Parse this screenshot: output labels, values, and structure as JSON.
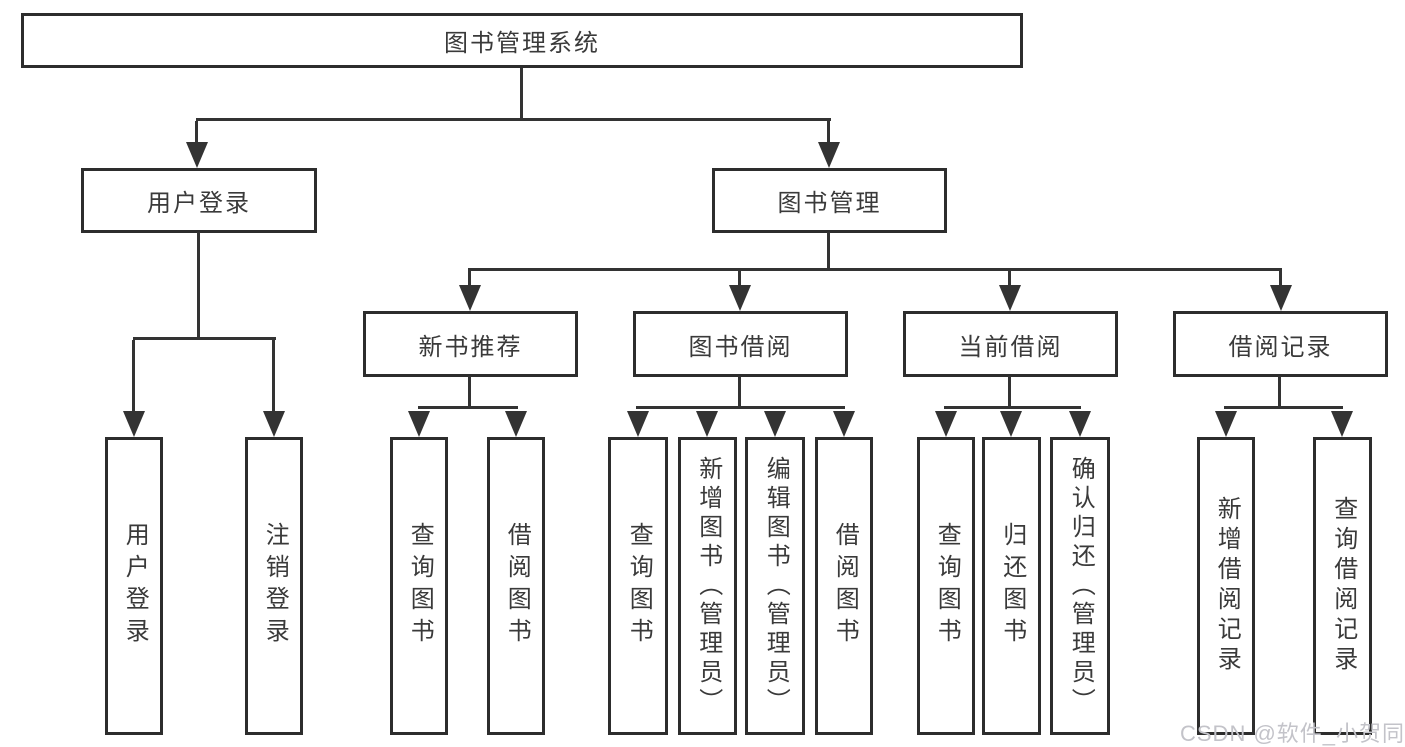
{
  "colors": {
    "background": "#ffffff",
    "box_border": "#2d2d2d",
    "box_fill": "#ffffff",
    "line": "#333333",
    "text": "#3a3a3a",
    "watermark": "#c3c3c9"
  },
  "tree": {
    "root": {
      "label": "图书管理系统"
    },
    "branches": [
      {
        "label": "用户登录",
        "children": [
          {
            "label": "用户登录"
          },
          {
            "label": "注销登录"
          }
        ]
      },
      {
        "label": "图书管理",
        "children": [
          {
            "label": "新书推荐",
            "children": [
              {
                "label": "查询图书"
              },
              {
                "label": "借阅图书"
              }
            ]
          },
          {
            "label": "图书借阅",
            "children": [
              {
                "label": "查询图书"
              },
              {
                "label": "新增图书（管理员）"
              },
              {
                "label": "编辑图书（管理员）"
              },
              {
                "label": "借阅图书"
              }
            ]
          },
          {
            "label": "当前借阅",
            "children": [
              {
                "label": "查询图书"
              },
              {
                "label": "归还图书"
              },
              {
                "label": "确认归还（管理员）"
              }
            ]
          },
          {
            "label": "借阅记录",
            "children": [
              {
                "label": "新增借阅记录"
              },
              {
                "label": "查询借阅记录"
              }
            ]
          }
        ]
      }
    ]
  },
  "watermark": {
    "text": "CSDN @软件_小贺同学"
  }
}
